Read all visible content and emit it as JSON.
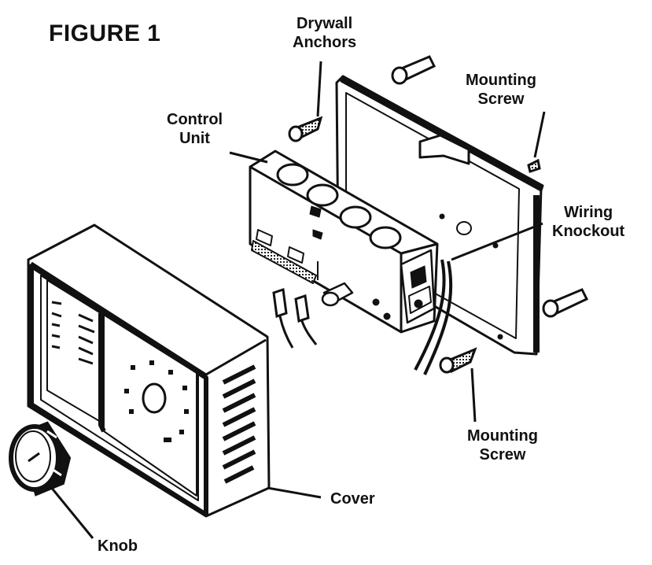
{
  "figure_title": "FIGURE 1",
  "labels": {
    "drywall_anchors": [
      "Drywall",
      "Anchors"
    ],
    "mounting_screw_top": [
      "Mounting",
      "Screw"
    ],
    "control_unit": [
      "Control",
      "Unit"
    ],
    "wiring_knockout": [
      "Wiring",
      "Knockout"
    ],
    "mounting_screw_bottom": [
      "Mounting",
      "Screw"
    ],
    "cover": "Cover",
    "knob": "Knob"
  }
}
